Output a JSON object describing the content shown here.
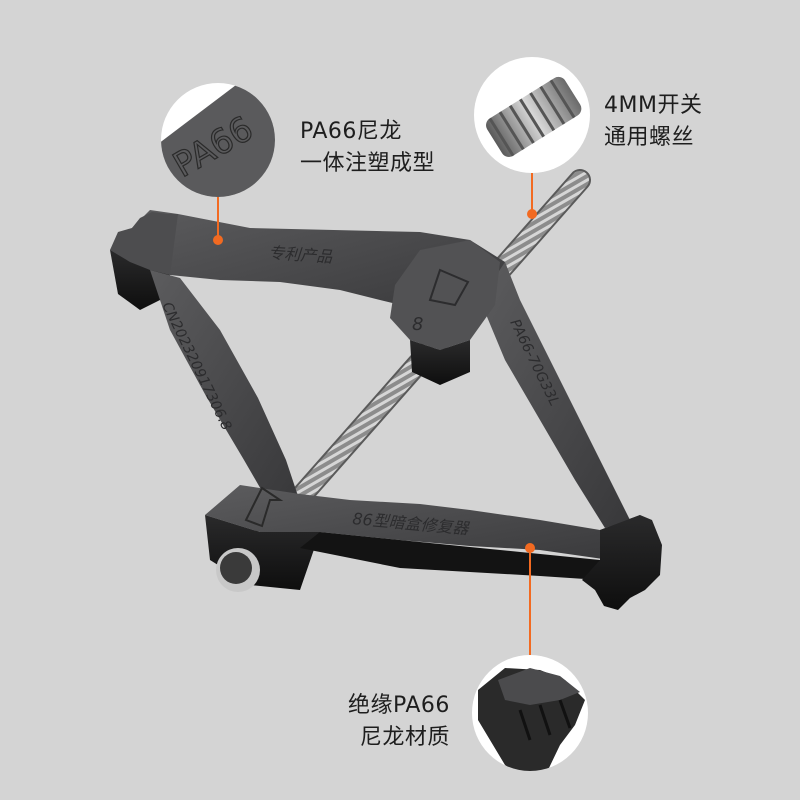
{
  "colors": {
    "background": "#d4d4d4",
    "body_plastic": "#3c3c3e",
    "body_plastic_light": "#5a5a5c",
    "body_plastic_dark": "#161616",
    "screw_metal": "#9a9a9a",
    "callout_circle": "#ffffff",
    "leader_line": "#f26a21",
    "label_text": "#1e1e1e"
  },
  "callouts": [
    {
      "id": "material",
      "detail": "PA66 embossed lettering close-up",
      "lines": [
        "PA66尼龙",
        "一体注塑成型"
      ]
    },
    {
      "id": "screw",
      "detail": "threaded screw close-up",
      "lines": [
        "4MM开关",
        "通用螺丝"
      ]
    },
    {
      "id": "insulation",
      "detail": "serrated jaw close-up",
      "lines": [
        "绝缘PA66",
        "尼龙材质"
      ]
    }
  ],
  "embossed_text": {
    "zoom_circle": "PA66",
    "top_arm": "专利产品",
    "left_arm": "CN202320917306.8",
    "right_arm": "PA66-70G33L",
    "bottom_arm": "86型暗盒修复器",
    "recycle_code": "8"
  },
  "product": {
    "name": "86型暗盒修复器"
  }
}
